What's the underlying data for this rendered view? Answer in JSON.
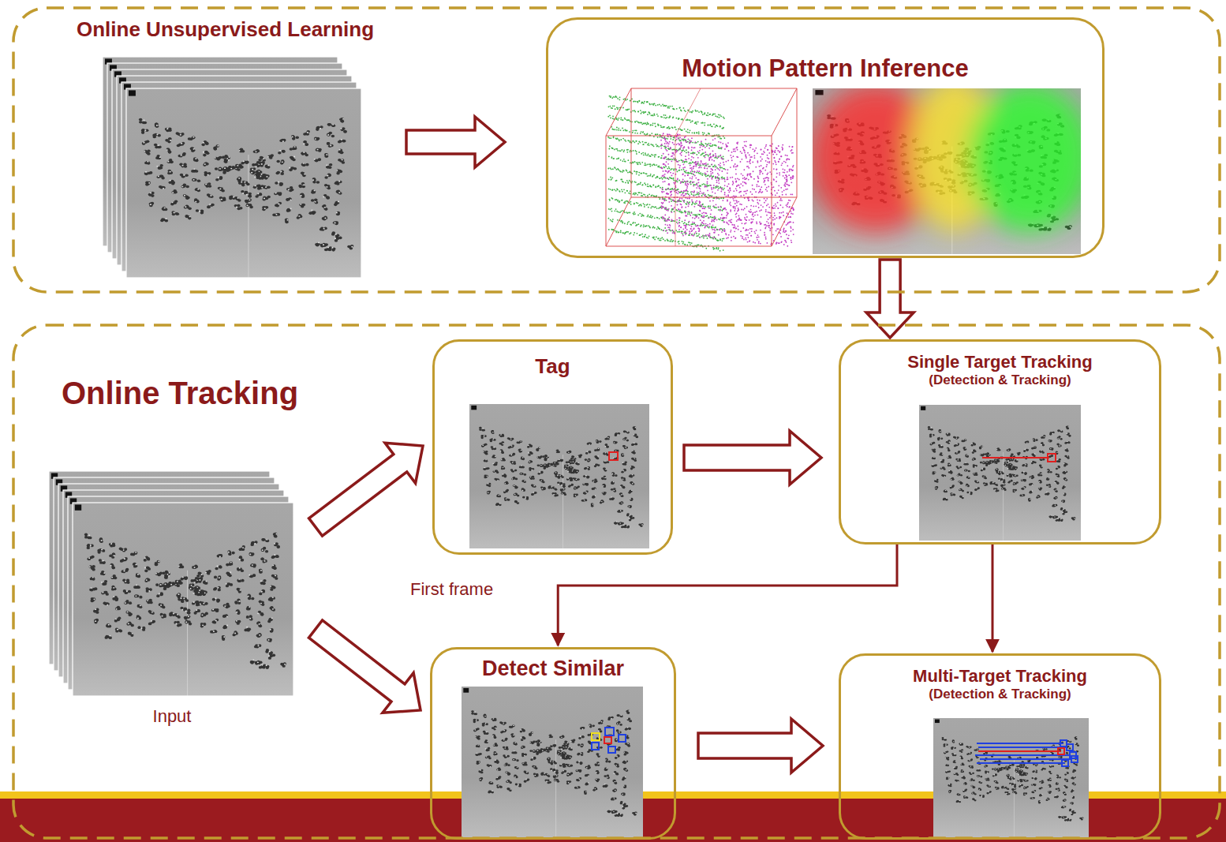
{
  "diagram": {
    "nodes": [
      {
        "text": [
          "Online Unsupervised Learning"
        ]
      },
      {
        "text": [
          "Motion Pattern Inference"
        ],
        "in": 0
      },
      {
        "text": [
          "Online Tracking"
        ]
      },
      {
        "text": [
          "Input"
        ],
        "in": 2
      },
      {
        "text": [
          "Tag"
        ],
        "in": 2
      },
      {
        "text": [
          "Single Target Tracking",
          "(Detection & Tracking)"
        ],
        "in": 2
      },
      {
        "text": [
          "Detect Similar"
        ],
        "in": 2
      },
      {
        "text": [
          "Multi-Target Tracking",
          "(Detection & Tracking)"
        ],
        "in": 2
      }
    ],
    "edges": [
      {
        "from": 1,
        "to": 5,
        "arrow": "to"
      },
      {
        "from": 3,
        "to": 4,
        "arrow": "to"
      },
      {
        "from": 3,
        "to": 6,
        "arrow": "to"
      },
      {
        "from": 4,
        "to": 5,
        "arrow": "to"
      },
      {
        "from": 5,
        "to": 6,
        "arrow": "to"
      },
      {
        "from": 5,
        "to": 7,
        "arrow": "to"
      },
      {
        "from": 6,
        "to": 7,
        "arrow": "to"
      }
    ],
    "labels": [
      "First frame"
    ]
  }
}
